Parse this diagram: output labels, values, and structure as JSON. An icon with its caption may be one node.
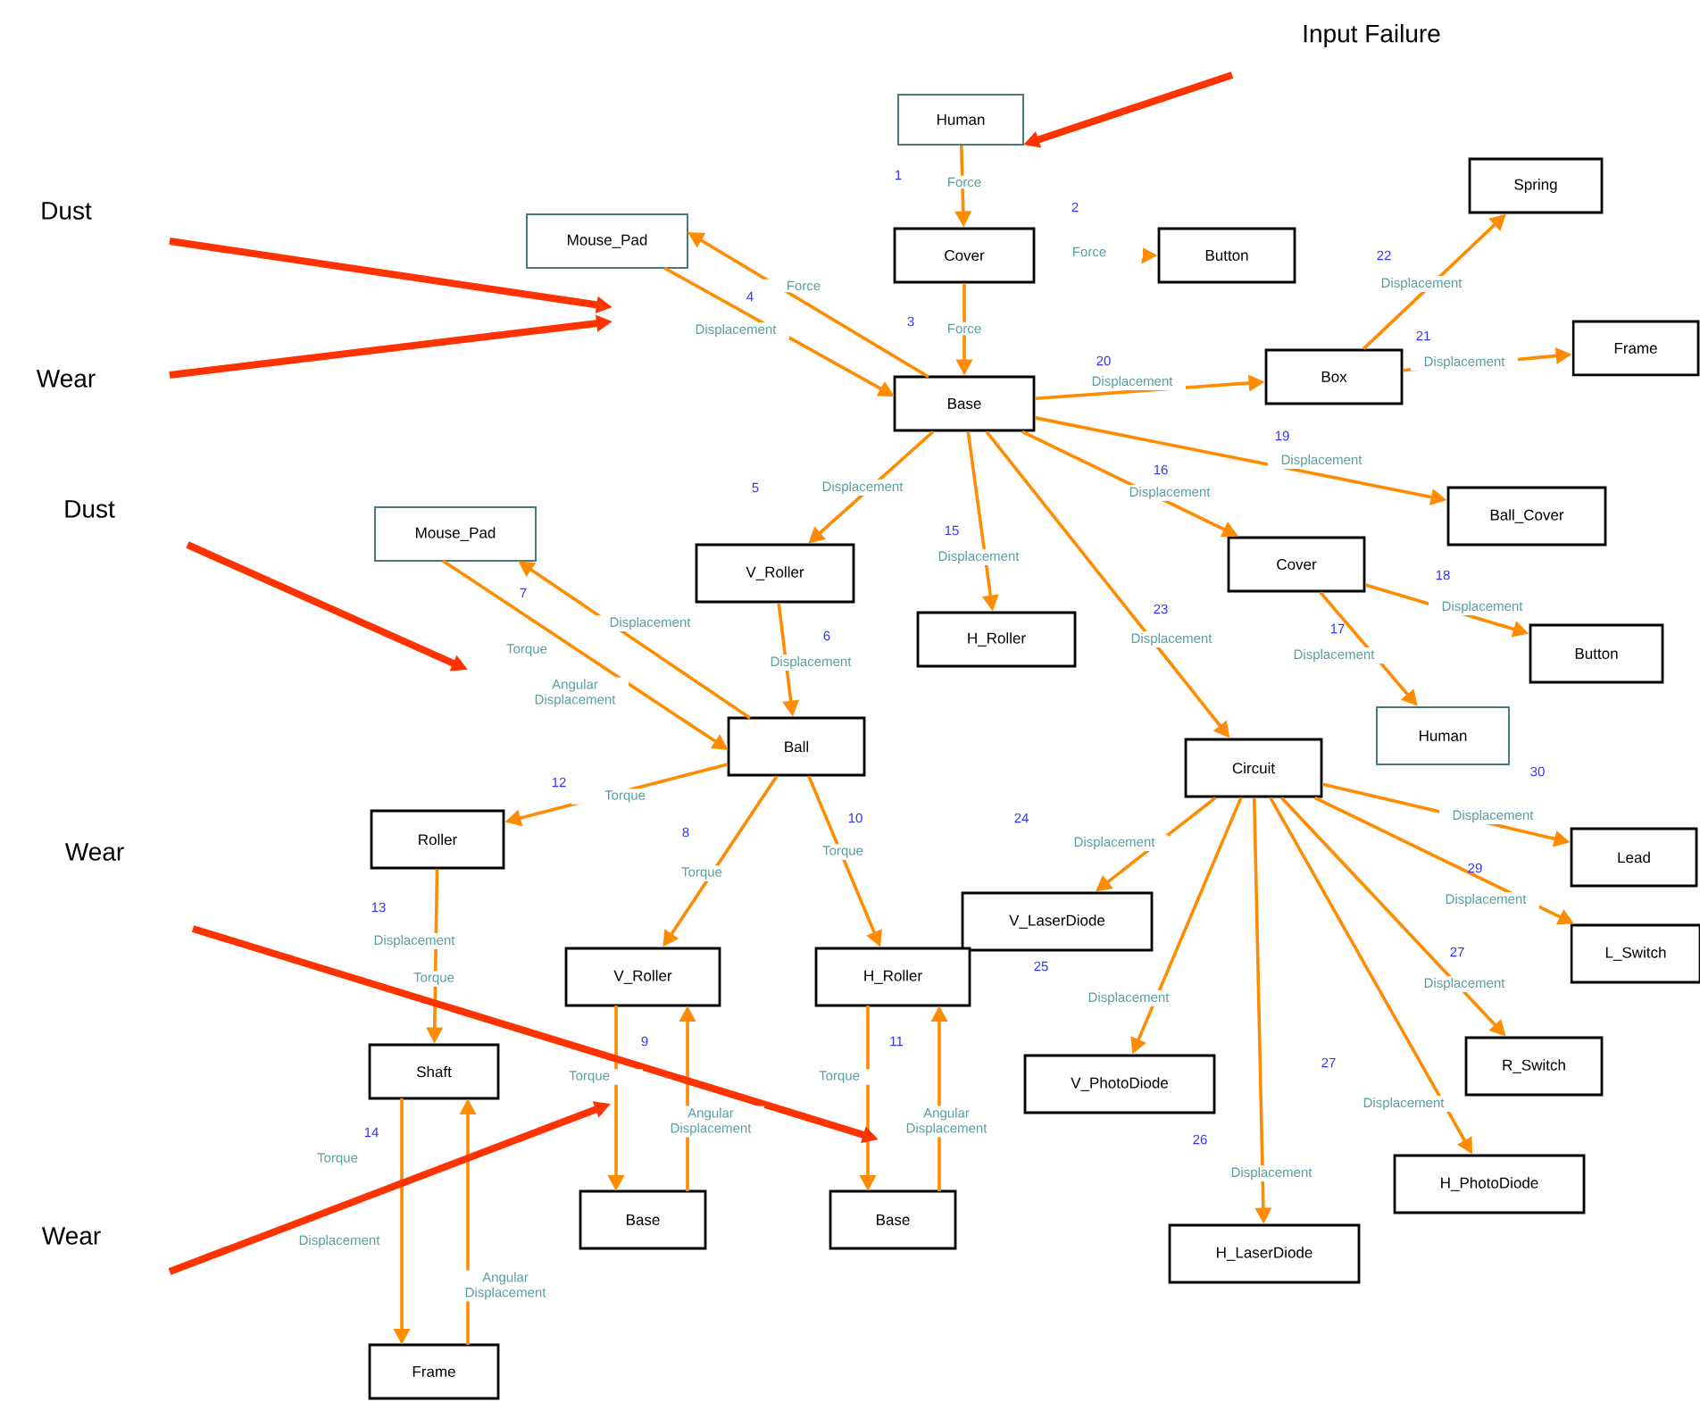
{
  "diagram": {
    "nodes": [
      {
        "text": [
          "Human"
        ]
      },
      {
        "text": [
          "Cover"
        ]
      },
      {
        "text": [
          "Button"
        ]
      },
      {
        "text": [
          "Mouse_Pad"
        ]
      },
      {
        "text": [
          "Base"
        ]
      },
      {
        "text": [
          "Spring"
        ]
      },
      {
        "text": [
          "Box"
        ]
      },
      {
        "text": [
          "Frame"
        ]
      },
      {
        "text": [
          "Ball_Cover"
        ]
      },
      {
        "text": [
          "Mouse_Pad"
        ]
      },
      {
        "text": [
          "V_Roller"
        ]
      },
      {
        "text": [
          "H_Roller"
        ]
      },
      {
        "text": [
          "Cover"
        ]
      },
      {
        "text": [
          "Button"
        ]
      },
      {
        "text": [
          "Human"
        ]
      },
      {
        "text": [
          "Ball"
        ]
      },
      {
        "text": [
          "Circuit"
        ]
      },
      {
        "text": [
          "Roller"
        ]
      },
      {
        "text": [
          "Lead"
        ]
      },
      {
        "text": [
          "V_LaserDiode"
        ]
      },
      {
        "text": [
          "L_Switch"
        ]
      },
      {
        "text": [
          "V_Roller"
        ]
      },
      {
        "text": [
          "H_Roller"
        ]
      },
      {
        "text": [
          "Shaft"
        ]
      },
      {
        "text": [
          "R_Switch"
        ]
      },
      {
        "text": [
          "V_PhotoDiode"
        ]
      },
      {
        "text": [
          "H_PhotoDiode"
        ]
      },
      {
        "text": [
          "Base"
        ]
      },
      {
        "text": [
          "Base"
        ]
      },
      {
        "text": [
          "H_LaserDiode"
        ]
      },
      {
        "text": [
          "Frame"
        ]
      },
      {
        "text": [
          "Input Failure"
        ]
      },
      {
        "text": [
          "Dust"
        ]
      },
      {
        "text": [
          "Wear"
        ]
      },
      {
        "text": [
          "Dust"
        ]
      },
      {
        "text": [
          "Wear"
        ]
      },
      {
        "text": [
          "Wear"
        ]
      }
    ],
    "edges": [
      {
        "from": 0,
        "to": 1,
        "arrow": "to",
        "label": "Force"
      },
      {
        "from": 1,
        "to": 2,
        "arrow": "to",
        "label": "Force"
      },
      {
        "from": 1,
        "to": 4,
        "arrow": "to",
        "label": "Force"
      },
      {
        "from": 4,
        "to": 3,
        "arrow": "to",
        "label": "Force"
      },
      {
        "from": 3,
        "to": 4,
        "arrow": "to",
        "label": "Displacement"
      },
      {
        "from": 4,
        "to": 6,
        "arrow": "to",
        "label": "Displacement"
      },
      {
        "from": 6,
        "to": 5,
        "arrow": "to",
        "label": "Displacement"
      },
      {
        "from": 6,
        "to": 7,
        "arrow": "to",
        "label": "Displacement"
      },
      {
        "from": 4,
        "to": 8,
        "arrow": "to",
        "label": "Displacement"
      },
      {
        "from": 4,
        "to": 12,
        "arrow": "to",
        "label": "Displacement"
      },
      {
        "from": 4,
        "to": 10,
        "arrow": "to",
        "label": "Displacement"
      },
      {
        "from": 4,
        "to": 11,
        "arrow": "to",
        "label": "Displacement"
      },
      {
        "from": 4,
        "to": 16,
        "arrow": "to",
        "label": "Displacement"
      },
      {
        "from": 12,
        "to": 13,
        "arrow": "to",
        "label": "Displacement"
      },
      {
        "from": 12,
        "to": 14,
        "arrow": "to",
        "label": "Displacement"
      },
      {
        "from": 10,
        "to": 15,
        "arrow": "to",
        "label": "Displacement"
      },
      {
        "from": 15,
        "to": 9,
        "arrow": "to",
        "label": "Displacement"
      },
      {
        "from": 9,
        "to": 15,
        "arrow": "to",
        "label": "Angular Displacement"
      },
      {
        "from": 15,
        "to": 17,
        "arrow": "to",
        "label": "Torque"
      },
      {
        "from": 17,
        "to": 23,
        "arrow": "to",
        "label": "Displacement"
      },
      {
        "from": 15,
        "to": 21,
        "arrow": "to",
        "label": "Torque"
      },
      {
        "from": 15,
        "to": 22,
        "arrow": "to",
        "label": "Torque"
      },
      {
        "from": 21,
        "to": 27,
        "arrow": "to",
        "label": "Torque"
      },
      {
        "from": 27,
        "to": 21,
        "arrow": "to",
        "label": "Angular Displacement"
      },
      {
        "from": 22,
        "to": 28,
        "arrow": "to",
        "label": "Torque"
      },
      {
        "from": 28,
        "to": 22,
        "arrow": "to",
        "label": "Angular Displacement"
      },
      {
        "from": 23,
        "to": 30,
        "arrow": "to",
        "label": "Torque"
      },
      {
        "from": 30,
        "to": 23,
        "arrow": "to",
        "label": "Angular Displacement"
      },
      {
        "from": 16,
        "to": 19,
        "arrow": "to",
        "label": "Displacement"
      },
      {
        "from": 16,
        "to": 25,
        "arrow": "to",
        "label": "Displacement"
      },
      {
        "from": 16,
        "to": 29,
        "arrow": "to",
        "label": "Displacement"
      },
      {
        "from": 16,
        "to": 26,
        "arrow": "to",
        "label": "Displacement"
      },
      {
        "from": 16,
        "to": 24,
        "arrow": "to",
        "label": "Displacement"
      },
      {
        "from": 16,
        "to": 20,
        "arrow": "to",
        "label": "Displacement"
      },
      {
        "from": 16,
        "to": 18,
        "arrow": "to",
        "label": "Displacement"
      },
      {
        "from": 31,
        "to": 0,
        "arrow": "to",
        "style": "thick",
        "color": "#ff3300"
      },
      {
        "from": 32,
        "to": null,
        "arrow": "to",
        "style": "thick",
        "color": "#ff3300"
      },
      {
        "from": 33,
        "to": null,
        "arrow": "to",
        "style": "thick",
        "color": "#ff3300"
      },
      {
        "from": 34,
        "to": null,
        "arrow": "to",
        "style": "thick",
        "color": "#ff3300"
      },
      {
        "from": 35,
        "to": null,
        "arrow": "to",
        "style": "thick",
        "color": "#ff3300"
      },
      {
        "from": 36,
        "to": null,
        "arrow": "to",
        "style": "thick",
        "color": "#ff3300"
      }
    ],
    "labels": [
      "1",
      "2",
      "3",
      "4",
      "5",
      "6",
      "7",
      "8",
      "9",
      "10",
      "11",
      "12",
      "13",
      "14",
      "15",
      "16",
      "17",
      "18",
      "19",
      "20",
      "21",
      "22",
      "23",
      "24",
      "25",
      "26",
      "27",
      "27",
      "29",
      "30",
      "Torque",
      "Torque",
      "Displacement"
    ]
  }
}
